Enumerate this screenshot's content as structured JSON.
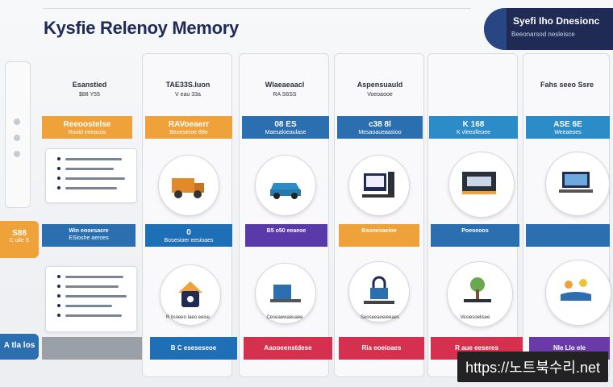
{
  "title": "Kysfie Relenoy Memory",
  "banner": {
    "line1": "Syefi Iho Dnesionc",
    "line2": "Beeonarsod nesleisce"
  },
  "left_tab_top": {
    "main": "S88",
    "sub": "C oile S"
  },
  "left_tab_bottom": "A tla los",
  "columns": [
    {
      "head": "Esanstied",
      "sub": "$88 Y55",
      "top_bar": {
        "l1": "Reeoostelse",
        "l2": "Rooid eeeacos",
        "color": "#f0a23a"
      },
      "mid_bar": {
        "l1": "Win eooesacre",
        "l2": "ESioshe aeroes",
        "color": "#2c6fb0"
      },
      "foot": {
        "label": "",
        "color": "#9aa0a8"
      }
    },
    {
      "head": "TAE33S.luon",
      "sub": "V eau 33a",
      "top_bar": {
        "l1": "RAVoeaerr",
        "l2": "Beoeseroe 88e",
        "color": "#f0a23a"
      },
      "mid_bar": {
        "l1": "0",
        "l2": "Bosesioer eesioaes",
        "color": "#1f6fb6"
      },
      "caption1": "",
      "caption2": "R lisoeeo laeo eeise",
      "foot": {
        "label": "B C eseseseoe",
        "color": "#1f6fb6"
      }
    },
    {
      "head": "Wlaeaeaacl",
      "sub": "RA S6SS",
      "top_bar": {
        "l1": "08 ES",
        "l2": "Maesaloeaulase",
        "color": "#2c6fb0"
      },
      "mid_bar": {
        "l1": "B5 o50 eeaeoe",
        "l2": "",
        "color": "#5a3aa8"
      },
      "caption2": "Ceseaewaeuaee",
      "foot": {
        "label": "Aaooeenstdese",
        "color": "#d6304f"
      }
    },
    {
      "head": "Aspensuauld",
      "sub": "Voeoaooe",
      "top_bar": {
        "l1": "c38 8l",
        "l2": "Mesaoaueaasioo",
        "color": "#2c6fb0"
      },
      "mid_bar": {
        "l1": "Bsonesaeioe",
        "l2": "",
        "color": "#f0a23a"
      },
      "caption2": "Seoseeaoeieeaes",
      "foot": {
        "label": "Ria eoeioaes",
        "color": "#d6304f"
      }
    },
    {
      "head": "",
      "sub": "",
      "top_bar": {
        "l1": "K 168",
        "l2": "K vleeolleoee",
        "color": "#2c8cc8"
      },
      "mid_bar": {
        "l1": "Poeoeoos",
        "l2": "",
        "color": "#2c6fb0"
      },
      "caption2": "Vesiesoelisee",
      "foot": {
        "label": "R aue eeseres",
        "color": "#d6304f"
      }
    },
    {
      "head": "Fahs seeo Ssre",
      "sub": "",
      "top_bar": {
        "l1": "ASE 6E",
        "l2": "Weeaeoes",
        "color": "#2c8cc8"
      },
      "mid_bar": {
        "l1": "",
        "l2": "",
        "color": "#2c6fb0"
      },
      "caption2": "",
      "foot": {
        "label": "NIe LIo ele",
        "color": "#6a3aa8"
      }
    }
  ],
  "watermark": "https://노트북수리.net",
  "colors": {
    "navy": "#1f2a55",
    "orange": "#f0a23a",
    "blue": "#2c6fb0",
    "red": "#d6304f",
    "purple": "#6a3aa8"
  }
}
